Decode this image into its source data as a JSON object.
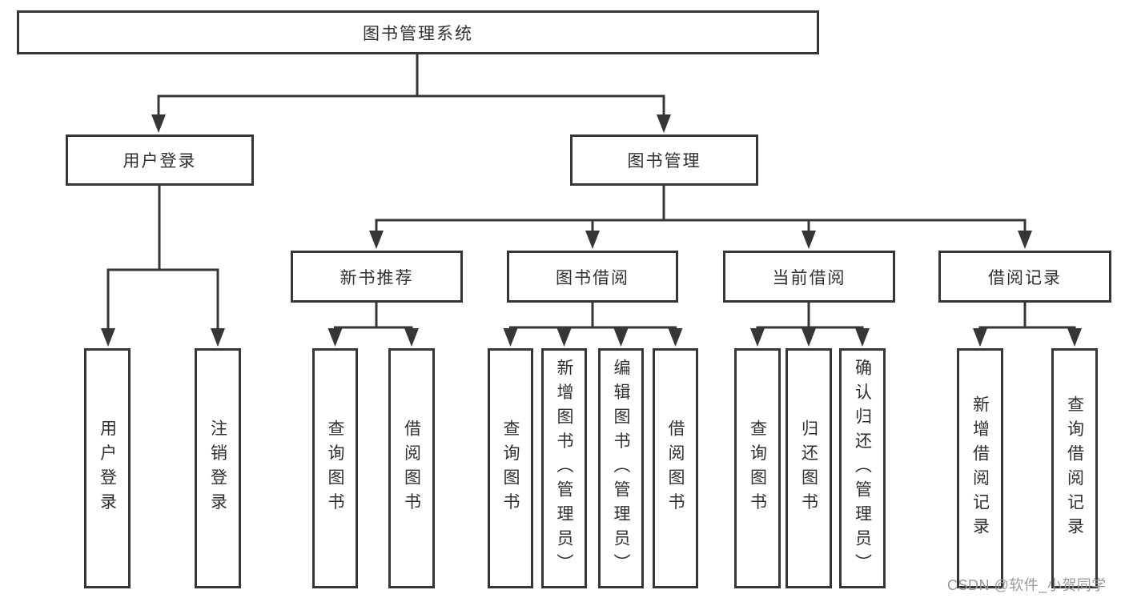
{
  "diagram": {
    "root": {
      "label": "图书管理系统"
    },
    "level2": [
      {
        "label": "用户登录"
      },
      {
        "label": "图书管理"
      }
    ],
    "level3": [
      {
        "label": "新书推荐"
      },
      {
        "label": "图书借阅"
      },
      {
        "label": "当前借阅"
      },
      {
        "label": "借阅记录"
      }
    ],
    "leaves": [
      {
        "label": "用户登录"
      },
      {
        "label": "注销登录"
      },
      {
        "label": "查询图书"
      },
      {
        "label": "借阅图书"
      },
      {
        "label": "查询图书"
      },
      {
        "label": "新增图书（管理员）"
      },
      {
        "label": "编辑图书（管理员）"
      },
      {
        "label": "借阅图书"
      },
      {
        "label": "查询图书"
      },
      {
        "label": "归还图书"
      },
      {
        "label": "确认归还（管理员）"
      },
      {
        "label": "新增借阅记录"
      },
      {
        "label": "查询借阅记录"
      }
    ]
  },
  "watermark": {
    "text": "CSDN @软件_小贺同学"
  },
  "colors": {
    "line": "#363636",
    "text": "#303030",
    "watermark": "#98989d",
    "background": "#ffffff"
  }
}
